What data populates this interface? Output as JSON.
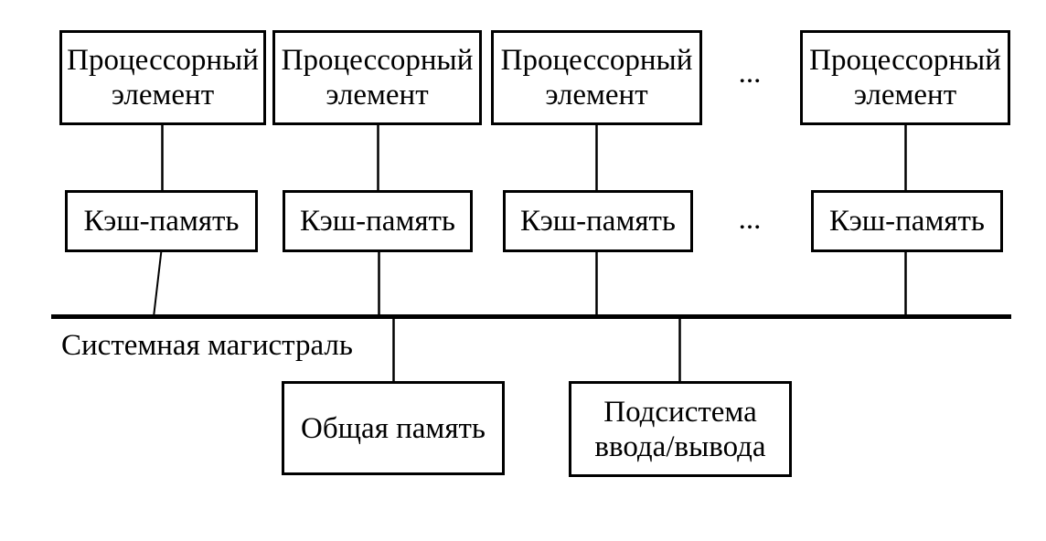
{
  "diagram": {
    "processor_elements": [
      "Процессорный\nэлемент",
      "Процессорный\nэлемент",
      "Процессорный\nэлемент",
      "Процессорный\nэлемент"
    ],
    "caches": [
      "Кэш-память",
      "Кэш-память",
      "Кэш-память",
      "Кэш-память"
    ],
    "ellipsis": {
      "processors_row": "...",
      "caches_row": "..."
    },
    "bus": {
      "label": "Системная магистраль"
    },
    "shared_memory": {
      "label": "Общая память"
    },
    "io_subsystem": {
      "label": "Подсистема\nввода/вывода"
    },
    "colors": {
      "line": "#000000",
      "text": "#000000",
      "background": "#ffffff"
    }
  }
}
